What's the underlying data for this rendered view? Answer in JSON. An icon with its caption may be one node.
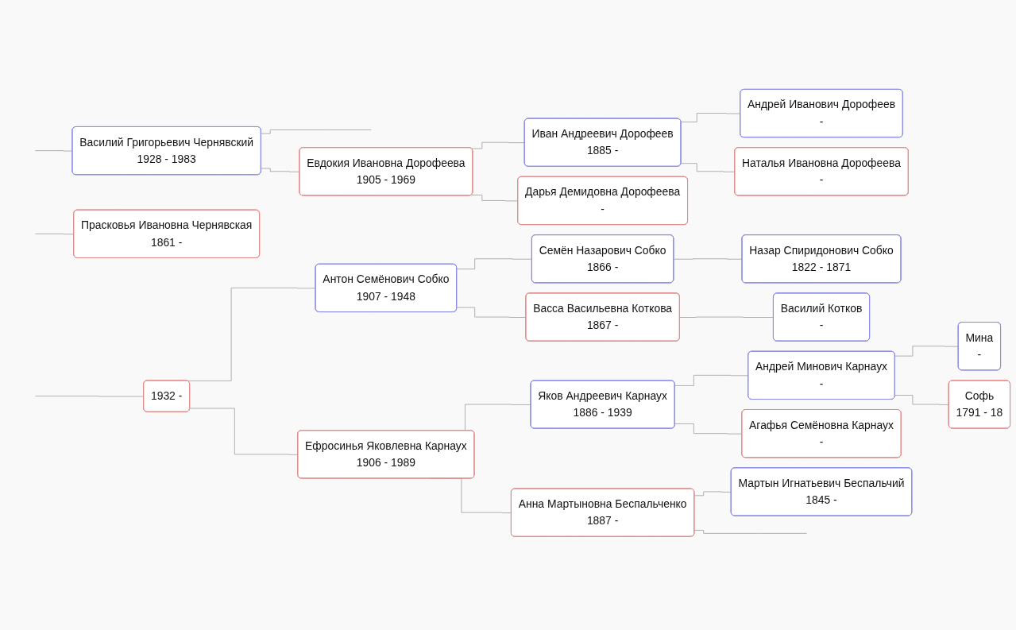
{
  "diagram": {
    "nodes": [
      {
        "text": [
          "Василий Григорьевич Чернявский",
          "1928 - 1983"
        ]
      },
      {
        "text": [
          "Прасковья Ивановна Чернявская",
          "1861 -"
        ]
      },
      {
        "text": [
          "Евдокия Ивановна Дорофеева",
          "1905 - 1969"
        ]
      },
      {
        "text": [
          "Иван Андреевич Дорофеев",
          "1885 -"
        ]
      },
      {
        "text": [
          "Андрей Иванович Дорофеев",
          "-"
        ]
      },
      {
        "text": [
          "Наталья Ивановна Дорофеева",
          "-"
        ]
      },
      {
        "text": [
          "Дарья Демидовна Дорофеева",
          "-"
        ]
      },
      {
        "text": [
          "1932 -"
        ]
      },
      {
        "text": [
          "Антон Семёнович Собко",
          "1907 - 1948"
        ]
      },
      {
        "text": [
          "Семён Назарович Собко",
          "1866 -"
        ]
      },
      {
        "text": [
          "Назар Спиридонович Собко",
          "1822 - 1871"
        ]
      },
      {
        "text": [
          "Васса Васильевна Коткова",
          "1867 -"
        ]
      },
      {
        "text": [
          "Василий Котков",
          "-"
        ]
      },
      {
        "text": [
          "Ефросинья Яковлевна Карнаух",
          "1906 - 1989"
        ]
      },
      {
        "text": [
          "Яков Андреевич Карнаух",
          "1886 - 1939"
        ]
      },
      {
        "text": [
          "Андрей Минович Карнаух",
          "-"
        ]
      },
      {
        "text": [
          "Мина",
          "-"
        ]
      },
      {
        "text": [
          "Софь",
          "1791 - 18"
        ]
      },
      {
        "text": [
          "Агафья Семёновна Карнаух",
          "-"
        ]
      },
      {
        "text": [
          "Анна Мартыновна Беспальченко",
          "1887 -"
        ]
      },
      {
        "text": [
          "Мартын Игнатьевич Беспальчий",
          "1845 -"
        ]
      }
    ],
    "edges": [
      {
        "from": null,
        "to": 0,
        "arrow": "none"
      },
      {
        "from": 0,
        "to": null,
        "arrow": "none"
      },
      {
        "from": 0,
        "to": 2,
        "arrow": "none"
      },
      {
        "from": null,
        "to": 1,
        "arrow": "none"
      },
      {
        "from": 2,
        "to": 3,
        "arrow": "none"
      },
      {
        "from": 2,
        "to": 6,
        "arrow": "none"
      },
      {
        "from": 3,
        "to": 4,
        "arrow": "none"
      },
      {
        "from": 3,
        "to": 5,
        "arrow": "none"
      },
      {
        "from": null,
        "to": 7,
        "arrow": "none"
      },
      {
        "from": 7,
        "to": 8,
        "arrow": "none"
      },
      {
        "from": 7,
        "to": 13,
        "arrow": "none"
      },
      {
        "from": 8,
        "to": 9,
        "arrow": "none"
      },
      {
        "from": 8,
        "to": 11,
        "arrow": "none"
      },
      {
        "from": 9,
        "to": 10,
        "arrow": "none"
      },
      {
        "from": 11,
        "to": 12,
        "arrow": "none"
      },
      {
        "from": 13,
        "to": 14,
        "arrow": "none"
      },
      {
        "from": 13,
        "to": 19,
        "arrow": "none"
      },
      {
        "from": 14,
        "to": 15,
        "arrow": "none"
      },
      {
        "from": 14,
        "to": 18,
        "arrow": "none"
      },
      {
        "from": 15,
        "to": 16,
        "arrow": "none"
      },
      {
        "from": 15,
        "to": 17,
        "arrow": "none"
      },
      {
        "from": 19,
        "to": 20,
        "arrow": "none"
      },
      {
        "from": 19,
        "to": null,
        "arrow": "none"
      }
    ]
  }
}
